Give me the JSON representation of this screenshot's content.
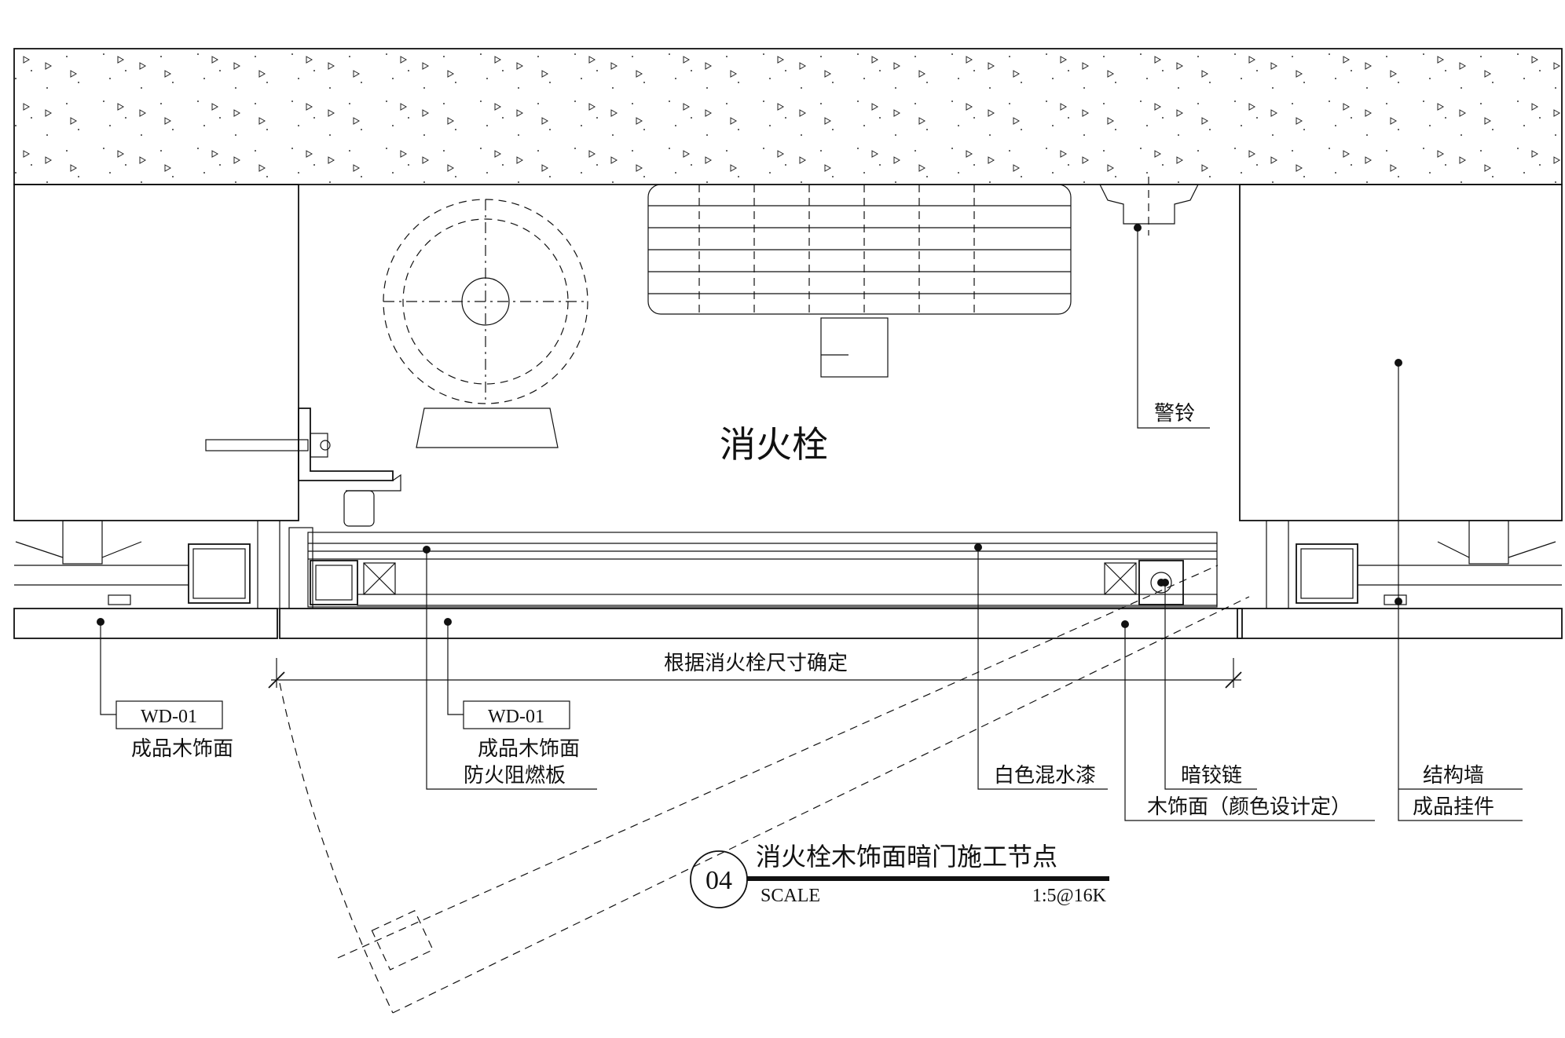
{
  "drawing": {
    "center_label": "消火栓",
    "alarm_label": "警铃",
    "dimension_text": "根据消火栓尺寸确定",
    "callouts": {
      "left_code": "WD-01",
      "left_text": "成品木饰面",
      "mid_code": "WD-01",
      "mid_text_1": "成品木饰面",
      "mid_text_2": "防火阻燃板",
      "paint": "白色混水漆",
      "hinge": "暗铰链",
      "wood_face": "木饰面（颜色设计定）",
      "wall": "结构墙",
      "hanger": "成品挂件"
    },
    "title_block": {
      "number": "04",
      "title": "消火栓木饰面暗门施工节点",
      "scale_label": "SCALE",
      "scale_value": "1:5@16K"
    },
    "colors": {
      "line": "#111111",
      "background": "#ffffff"
    }
  }
}
